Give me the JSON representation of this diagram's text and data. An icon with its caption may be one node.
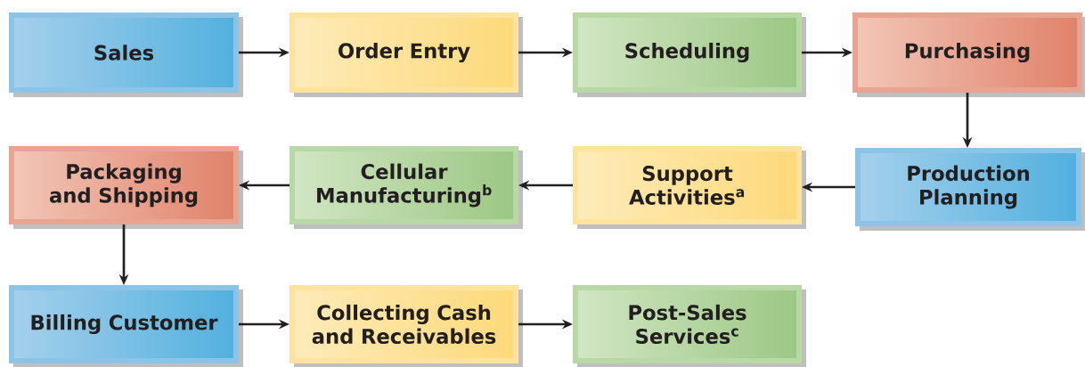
{
  "diagram": {
    "nodes": [
      {
        "text": [
          "Sales"
        ]
      },
      {
        "text": [
          "Order Entry"
        ]
      },
      {
        "text": [
          "Scheduling"
        ]
      },
      {
        "text": [
          "Purchasing"
        ]
      },
      {
        "text": [
          "Packaging and Shipping"
        ]
      },
      {
        "text": [
          "Cellular Manufacturing$^{b}$"
        ]
      },
      {
        "text": [
          "Support Activities$^{a}$"
        ]
      },
      {
        "text": [
          "Production Planning"
        ]
      },
      {
        "text": [
          "Billing Customer"
        ]
      },
      {
        "text": [
          "Collecting Cash and Receivables"
        ]
      },
      {
        "text": [
          "Post-Sales Services$^{c}$"
        ]
      }
    ],
    "edges": [
      {
        "from": 0,
        "to": 1,
        "arrow": "to"
      },
      {
        "from": 1,
        "to": 2,
        "arrow": "to"
      },
      {
        "from": 2,
        "to": 3,
        "arrow": "to"
      },
      {
        "from": 3,
        "to": 7,
        "arrow": "to"
      },
      {
        "from": 7,
        "to": 6,
        "arrow": "to"
      },
      {
        "from": 6,
        "to": 5,
        "arrow": "to"
      },
      {
        "from": 5,
        "to": 4,
        "arrow": "to"
      },
      {
        "from": 4,
        "to": 8,
        "arrow": "to"
      },
      {
        "from": 8,
        "to": 9,
        "arrow": "to"
      },
      {
        "from": 9,
        "to": 10,
        "arrow": "to"
      }
    ]
  }
}
